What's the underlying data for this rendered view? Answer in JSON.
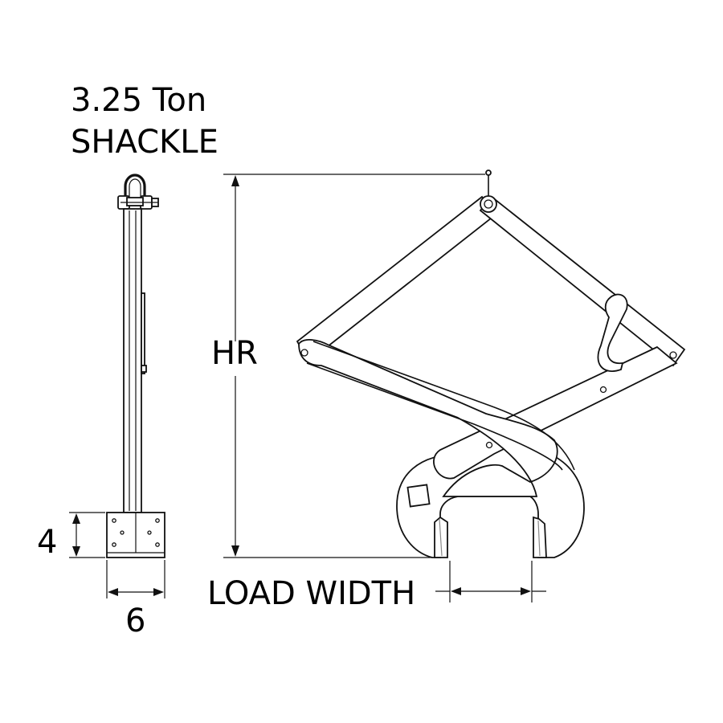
{
  "title": {
    "line1": "3.25 Ton",
    "line2": "SHACKLE"
  },
  "dimensions": {
    "height_label": "HR",
    "load_width_label": "LOAD WIDTH",
    "pad_height": "4",
    "pad_width": "6"
  },
  "colors": {
    "line": "#111111",
    "background": "#ffffff",
    "pad_insert": "#cfcfcf"
  }
}
